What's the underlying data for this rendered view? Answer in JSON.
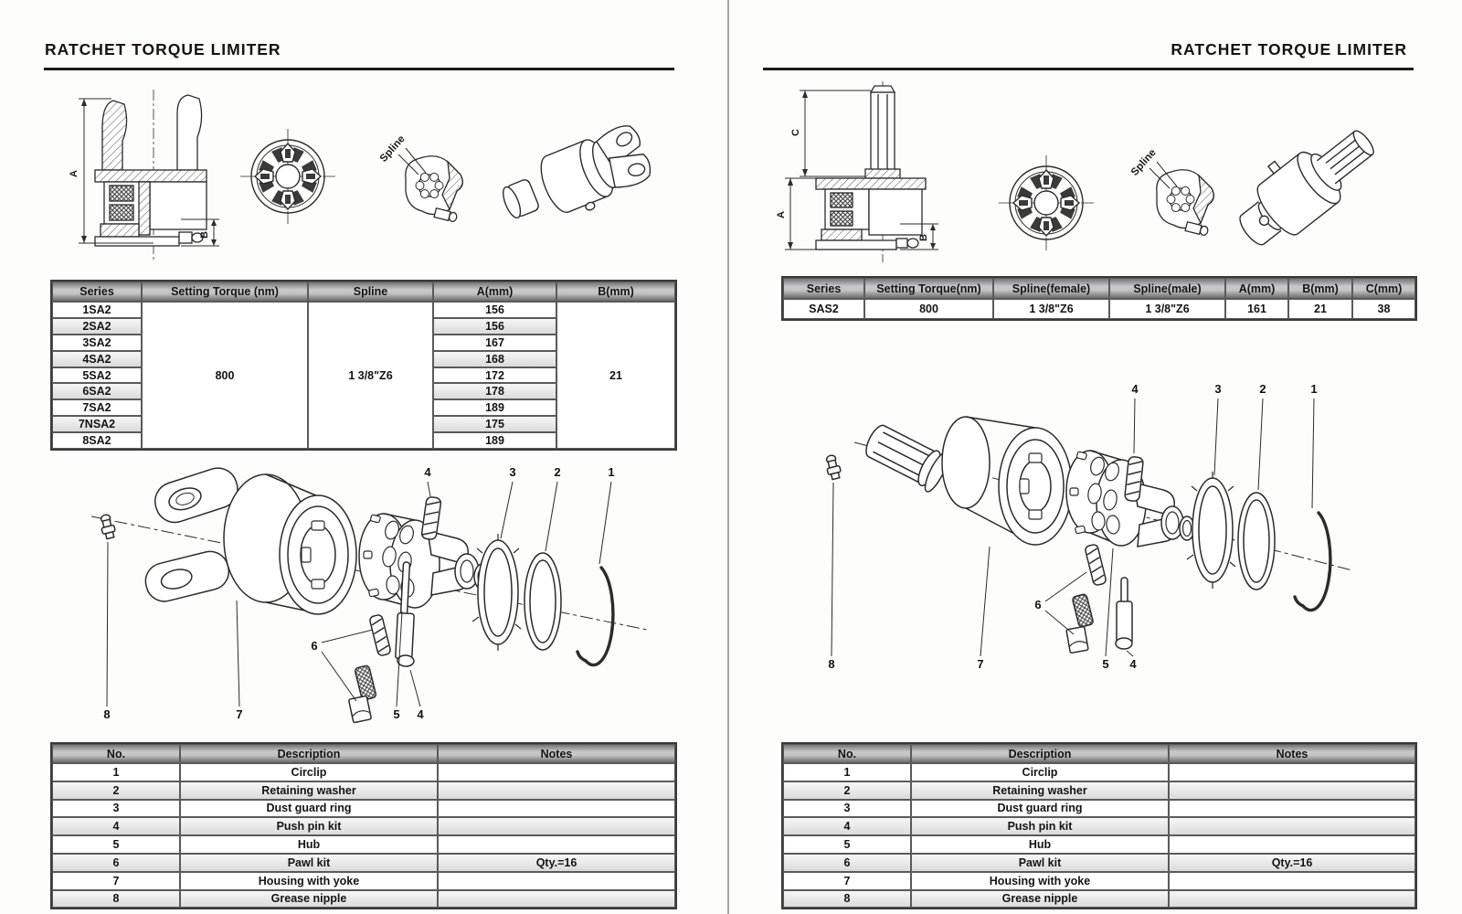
{
  "colors": {
    "paper": "#fdfdfc",
    "line_art": "#2b2b2b",
    "table_border": "#3a3a3a",
    "header_gray": "#9a9a9a",
    "stripe_gray": "#e2e2e2",
    "divider_gray": "#a3a3a3"
  },
  "left_page": {
    "title": "RATCHET TORQUE LIMITER",
    "drawings": {
      "dim_a": "A",
      "dim_b": "B",
      "spline_label": "Spline"
    },
    "spec_table": {
      "headers": [
        "Series",
        "Setting Torque (nm)",
        "Spline",
        "A(mm)",
        "B(mm)"
      ],
      "rows": [
        {
          "series": "1SA2",
          "a": "156"
        },
        {
          "series": "2SA2",
          "a": "156"
        },
        {
          "series": "3SA2",
          "a": "167"
        },
        {
          "series": "4SA2",
          "a": "168"
        },
        {
          "series": "5SA2",
          "a": "172"
        },
        {
          "series": "6SA2",
          "a": "178"
        },
        {
          "series": "7SA2",
          "a": "189"
        },
        {
          "series": "7NSA2",
          "a": "175"
        },
        {
          "series": "8SA2",
          "a": "189"
        }
      ],
      "setting_torque": "800",
      "spline": "1 3/8\"Z6",
      "b": "21"
    },
    "exploded": {
      "top_labels": [
        "4",
        "3",
        "2",
        "1"
      ],
      "bottom_labels": [
        "8",
        "7",
        "6",
        "5",
        "4"
      ]
    },
    "parts_table": {
      "headers": [
        "No.",
        "Description",
        "Notes"
      ],
      "rows": [
        {
          "no": "1",
          "description": "Circlip",
          "notes": ""
        },
        {
          "no": "2",
          "description": "Retaining washer",
          "notes": ""
        },
        {
          "no": "3",
          "description": "Dust guard ring",
          "notes": ""
        },
        {
          "no": "4",
          "description": "Push pin kit",
          "notes": ""
        },
        {
          "no": "5",
          "description": "Hub",
          "notes": ""
        },
        {
          "no": "6",
          "description": "Pawl kit",
          "notes": "Qty.=16"
        },
        {
          "no": "7",
          "description": "Housing with yoke",
          "notes": ""
        },
        {
          "no": "8",
          "description": "Grease nipple",
          "notes": ""
        }
      ]
    }
  },
  "right_page": {
    "title": "RATCHET TORQUE LIMITER",
    "drawings": {
      "dim_a": "A",
      "dim_b": "B",
      "dim_c": "C",
      "spline_label": "Spline"
    },
    "spec_table": {
      "headers": [
        "Series",
        "Setting Torque(nm)",
        "Spline(female)",
        "Spline(male)",
        "A(mm)",
        "B(mm)",
        "C(mm)"
      ],
      "row": {
        "series": "SAS2",
        "setting_torque": "800",
        "spline_female": "1 3/8\"Z6",
        "spline_male": "1 3/8\"Z6",
        "a": "161",
        "b": "21",
        "c": "38"
      }
    },
    "exploded": {
      "top_labels": [
        "4",
        "3",
        "2",
        "1"
      ],
      "bottom_labels": [
        "8",
        "7",
        "6",
        "5",
        "4"
      ]
    },
    "parts_table": {
      "headers": [
        "No.",
        "Description",
        "Notes"
      ],
      "rows": [
        {
          "no": "1",
          "description": "Circlip",
          "notes": ""
        },
        {
          "no": "2",
          "description": "Retaining washer",
          "notes": ""
        },
        {
          "no": "3",
          "description": "Dust guard ring",
          "notes": ""
        },
        {
          "no": "4",
          "description": "Push pin kit",
          "notes": ""
        },
        {
          "no": "5",
          "description": "Hub",
          "notes": ""
        },
        {
          "no": "6",
          "description": "Pawl kit",
          "notes": "Qty.=16"
        },
        {
          "no": "7",
          "description": "Housing with yoke",
          "notes": ""
        },
        {
          "no": "8",
          "description": "Grease nipple",
          "notes": ""
        }
      ]
    }
  }
}
